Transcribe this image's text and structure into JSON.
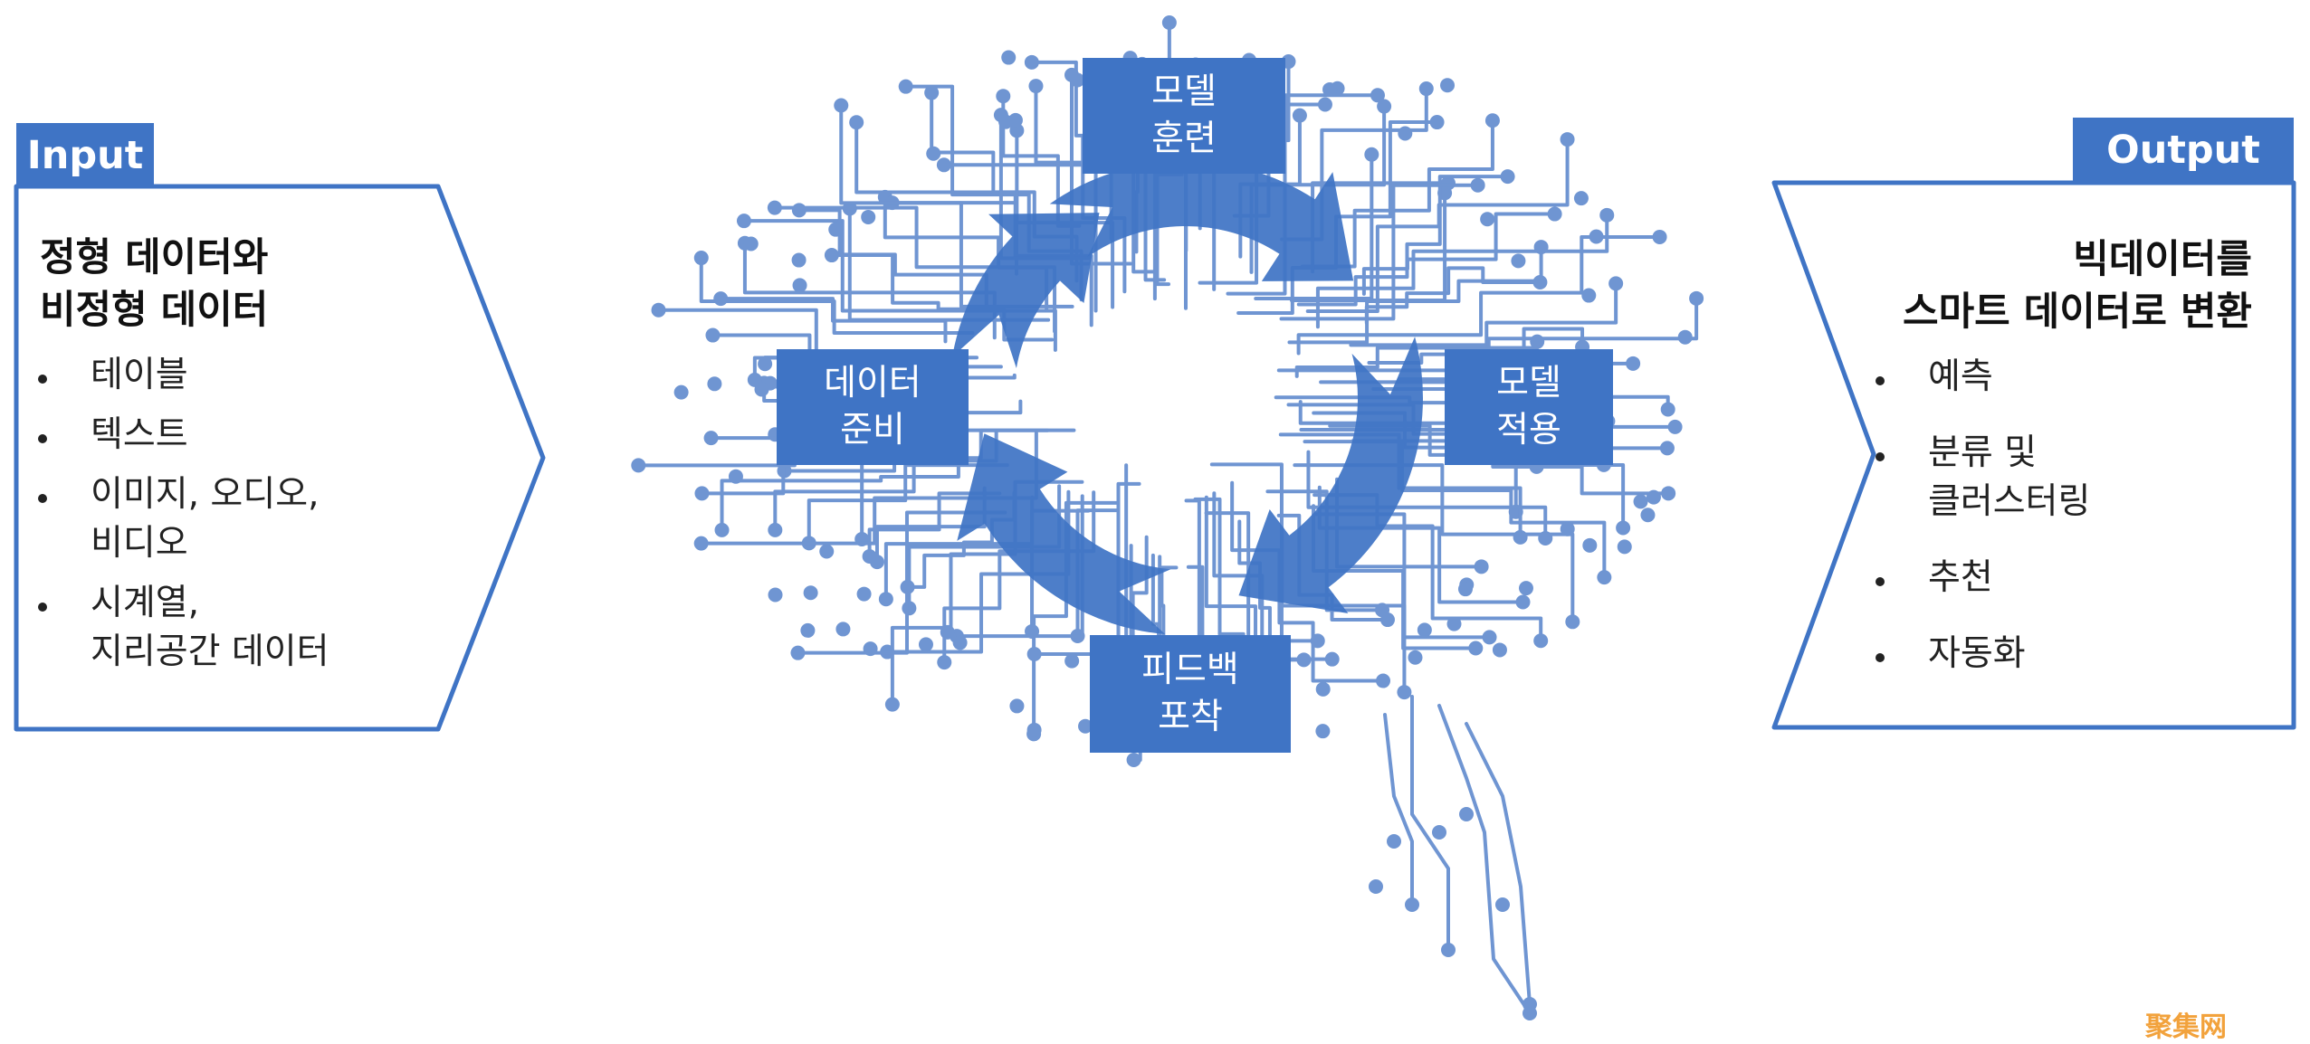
{
  "input": {
    "tab_label": "Input",
    "title_lines": [
      "정형 데이터와",
      "비정형 데이터"
    ],
    "items": [
      {
        "lines": [
          "테이블"
        ]
      },
      {
        "lines": [
          "텍스트"
        ]
      },
      {
        "lines": [
          "이미지, 오디오,",
          "비디오"
        ]
      },
      {
        "lines": [
          "시계열,",
          "지리공간 데이터"
        ]
      }
    ]
  },
  "output": {
    "tab_label": "Output",
    "title_lines": [
      "빅데이터를",
      "스마트 데이터로 변환"
    ],
    "items": [
      {
        "lines": [
          "예측"
        ]
      },
      {
        "lines": [
          "분류 및",
          "클러스터링"
        ]
      },
      {
        "lines": [
          "추천"
        ]
      },
      {
        "lines": [
          "자동화"
        ]
      }
    ]
  },
  "cycle": {
    "train": [
      "모델",
      "훈련"
    ],
    "prepare": [
      "데이터",
      "준비"
    ],
    "apply": [
      "모델",
      "적용"
    ],
    "feedback": [
      "피드백",
      "포착"
    ]
  },
  "watermark": "聚集网",
  "colors": {
    "accent": "#3f74c5",
    "circuit": "#6f95d2",
    "arrow": "#3f74c5",
    "watermark": "#f2a23c"
  },
  "icons": [
    "brain-circuit-icon",
    "cycle-arrows-icon"
  ]
}
